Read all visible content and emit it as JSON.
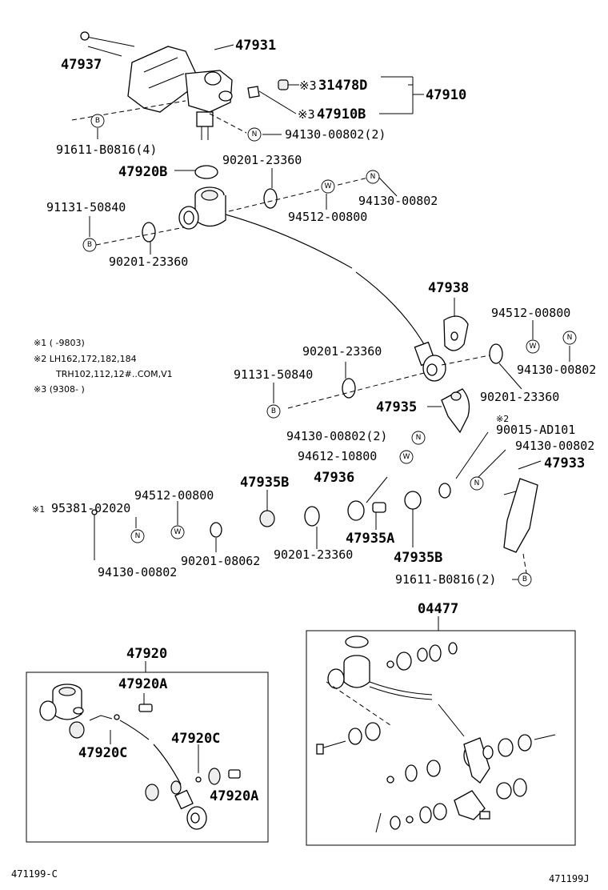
{
  "diagram": {
    "parts": {
      "p47937": "47937",
      "p47931": "47931",
      "p31478D": "31478D",
      "p47910": "47910",
      "p47910B": "47910B",
      "p94130_2a": "94130-00802(2)",
      "p91611_4": "91611-B0816(4)",
      "p47920B": "47920B",
      "p90201_a": "90201-23360",
      "p94130_a": "94130-00802",
      "p91131_a": "91131-50840",
      "p94512_a": "94512-00800",
      "p90201_b": "90201-23360",
      "p47938": "47938",
      "p94512_b": "94512-00800",
      "p94130_b": "94130-00802",
      "p90201_c": "90201-23360",
      "p91131_b": "91131-50840",
      "p90201_d": "90201-23360",
      "p47935": "47935",
      "p94130_2b": "94130-00802(2)",
      "p94612": "94612-10800",
      "p90015": "90015-AD101",
      "p94130_c": "94130-00802",
      "p47933": "47933",
      "p47935B_a": "47935B",
      "p47936": "47936",
      "p95381": "95381-02020",
      "p94512_c": "94512-00800",
      "p47935A": "47935A",
      "p47935B_b": "47935B",
      "p94130_d": "94130-00802",
      "p90201_08062": "90201-08062",
      "p90201_e": "90201-23360",
      "p91611_2": "91611-B0816(2)",
      "p04477": "04477",
      "p47920": "47920",
      "p47920A_a": "47920A",
      "p47920C_a": "47920C",
      "p47920C_b": "47920C",
      "p47920A_b": "47920A"
    },
    "markers": {
      "n": "N",
      "b": "B",
      "w": "W",
      "ref1": "※1",
      "ref2": "※2",
      "ref3": "※3"
    },
    "notes": {
      "n1": "※1 (        -9803)",
      "n2": "※2 LH162,172,182,184",
      "n2b": "TRH102,112,12#..COM,V1",
      "n3": "※3 (9308-        )"
    },
    "footer": {
      "left": "471199-C",
      "right": "471199J"
    }
  }
}
